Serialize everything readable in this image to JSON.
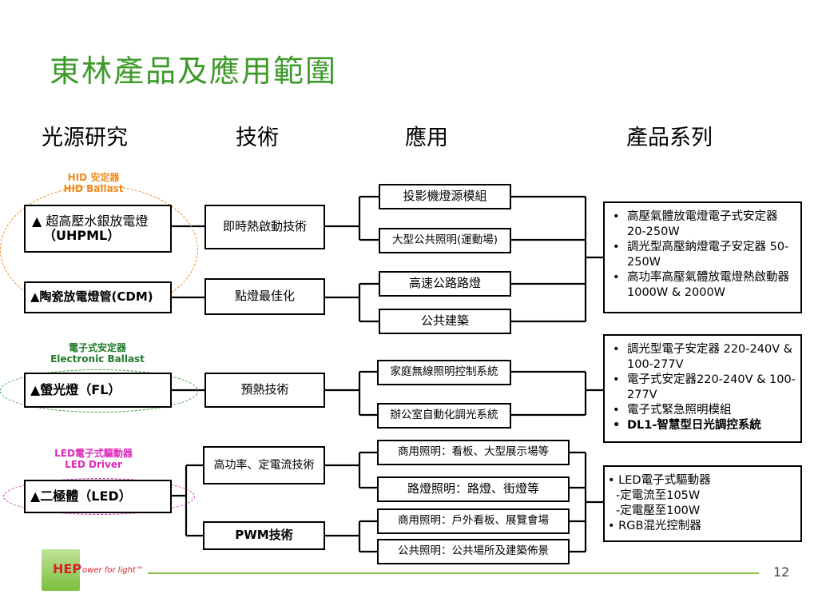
{
  "title": "東林產品及應用範圍",
  "columns": [
    "光源研究",
    "技術",
    "應用",
    "產品系列"
  ],
  "categories": {
    "hid": {
      "cn": "HID 安定器",
      "en": "HID Ballast",
      "color": "#f28a1e"
    },
    "electronic": {
      "cn": "電子式安定器",
      "en": "Electronic Ballast",
      "color": "#1f7a2a"
    },
    "led": {
      "cn": "LED電子式驅動器",
      "en": "LED Driver",
      "color": "#e028b8"
    }
  },
  "sources": [
    {
      "line1": "▲ 超高壓水銀放電燈",
      "line2": "（UHPML）"
    },
    {
      "text": "▲陶瓷放電燈管(CDM)"
    },
    {
      "text": "▲螢光燈（FL）"
    },
    {
      "text": "▲二極體（LED）"
    }
  ],
  "techniques": [
    "即時熱啟動技術",
    "點燈最佳化",
    "預熱技術",
    "高功率、定電流技術",
    "PWM技術"
  ],
  "applications": [
    "投影機燈源模組",
    "大型公共照明(運動場)",
    "高速公路路燈",
    "公共建築",
    "家庭無線照明控制系統",
    "辦公室自動化調光系統",
    "商用照明：看板、大型展示場等",
    "路燈照明：路燈、街燈等",
    "商用照明：戶外看板、展覽會場",
    "公共照明：公共場所及建築佈景"
  ],
  "products": {
    "hid": [
      "高壓氣體放電燈電子式安定器 20-250W",
      "調光型高壓鈉燈電子安定器 50-250W",
      "高功率高壓氣體放電燈熱啟動器 1000W & 2000W"
    ],
    "electronic": [
      "調光型電子安定器 220-240V & 100-277V",
      "電子式安定器220-240V & 100-277V",
      "電子式緊急照明模組",
      "DL1-智慧型日光調控系統"
    ],
    "led": [
      "• LED電子式驅動器",
      "-定電流至105W",
      "-定電壓至100W",
      "• RGB混光控制器"
    ]
  },
  "footer": {
    "logo": "HEP",
    "tagline": "ower for light",
    "trademark": "™",
    "page": "12"
  }
}
